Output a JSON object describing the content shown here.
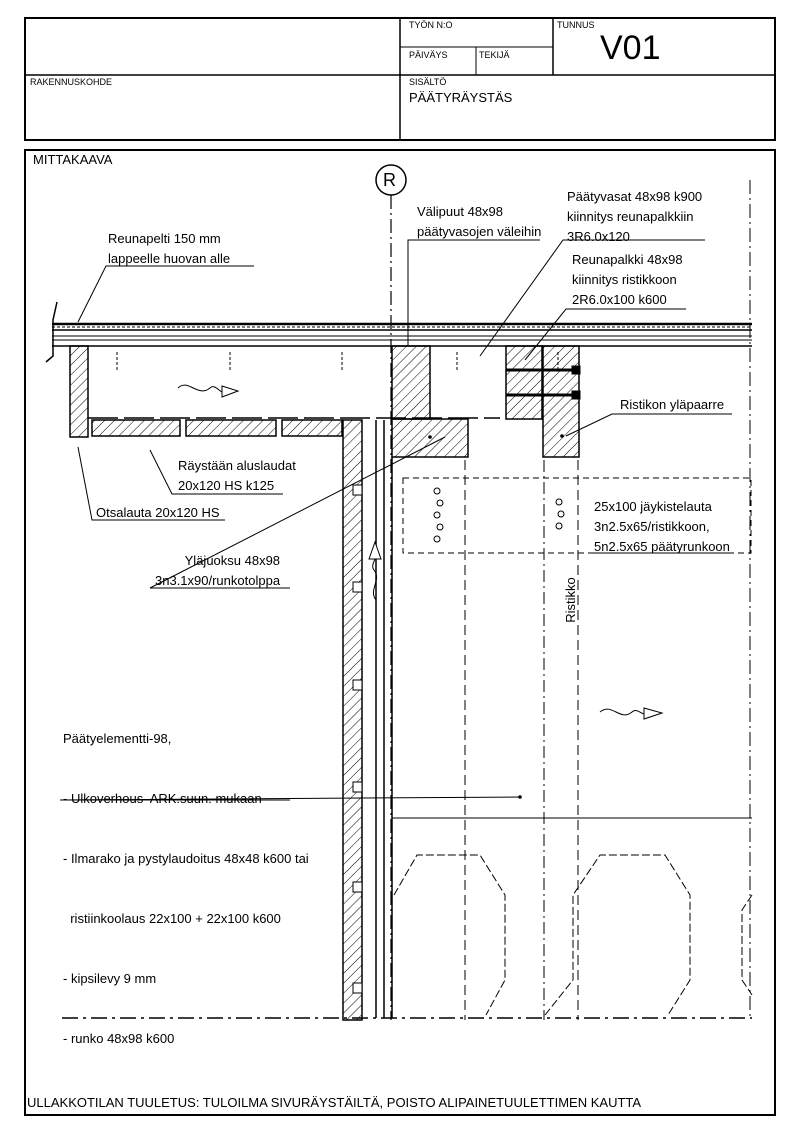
{
  "title_block": {
    "work_no_label": "TYÖN N:O",
    "code_label": "TUNNUS",
    "code_value": "V01",
    "date_label": "PÄIVÄYS",
    "author_label": "TEKIJÄ",
    "site_label": "RAKENNUSKOHDE",
    "content_label": "SISÄLTÖ",
    "content_value": "PÄÄTYRÄYSTÄS"
  },
  "drawing": {
    "scale_label": "MITTAKAAVA",
    "grid_marker": "R",
    "ristikko_label": "Ristikko",
    "labels": {
      "reunapelti": [
        "Reunapelti 150 mm",
        "lappeelle huovan alle"
      ],
      "valipuut": [
        "Välipuut 48x98",
        "päätyvasojen väleihin"
      ],
      "paatyvasat": [
        "Päätyvasat 48x98 k900",
        "kiinnitys reunapalkkiin",
        "3R6.0x120"
      ],
      "reunapalkki": [
        "Reunapalkki 48x98",
        "kiinnitys ristikkoon",
        "2R6.0x100 k600"
      ],
      "ristikon_ylapaarre": [
        "Ristikon yläpaarre"
      ],
      "raystaan_aluslaudat": [
        "Räystään aluslaudat",
        "20x120 HS k125"
      ],
      "otsalauta": [
        "Otsalauta 20x120 HS"
      ],
      "jaykistelauta": [
        "25x100 jäykistelauta",
        "3n2.5x65/ristikkoon,",
        "5n2.5x65 päätyrunkoon"
      ],
      "ylajuoksu": [
        "Yläjuoksu 48x98",
        "3n3.1x90/runkotolppa"
      ],
      "paatyelementti": [
        "Päätyelementti-98,",
        "- Ulkoverhous  ARK.suun. mukaan",
        "- Ilmarako ja pystylaudoitus 48x48 k600 tai",
        "  ristiinkoolaus 22x100 + 22x100 k600",
        "- kipsilevy 9 mm",
        "- runko 48x98 k600"
      ]
    }
  },
  "footer_note": "ULLAKKOTILAN TUULETUS: TULOILMA SIVURÄYSTÄILTÄ, POISTO ALIPAINETUULETTIMEN KAUTTA"
}
